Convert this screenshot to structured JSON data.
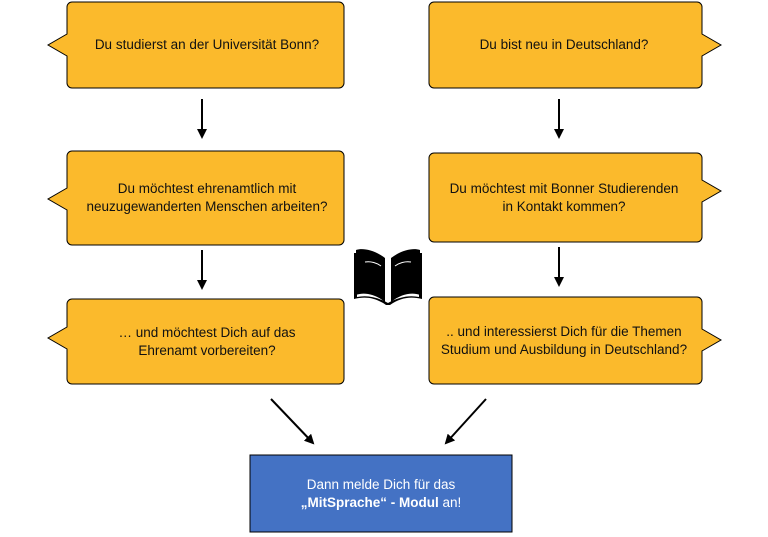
{
  "boxes": {
    "left_1": "Du studierst an der Universität Bonn?",
    "left_2": "Du möchtest ehrenamtlich mit\nneuzugewanderten Menschen arbeiten?",
    "left_3": "… und möchtest Dich auf das\nEhrenamt vorbereiten?",
    "right_1": "Du bist neu in Deutschland?",
    "right_2": "Du möchtest mit Bonner Studierenden\nin Kontakt kommen?",
    "right_3": ".. und interessierst Dich für die Themen\nStudium und Ausbildung in Deutschland?"
  },
  "result": {
    "line1": "Dann melde Dich für das",
    "bold": "„MitSprache“ - Modul",
    "suffix": " an!"
  },
  "colors": {
    "bubble": "#FBBA2C",
    "result": "#4472C4",
    "stroke": "#000000"
  },
  "icon": "open-book-icon"
}
